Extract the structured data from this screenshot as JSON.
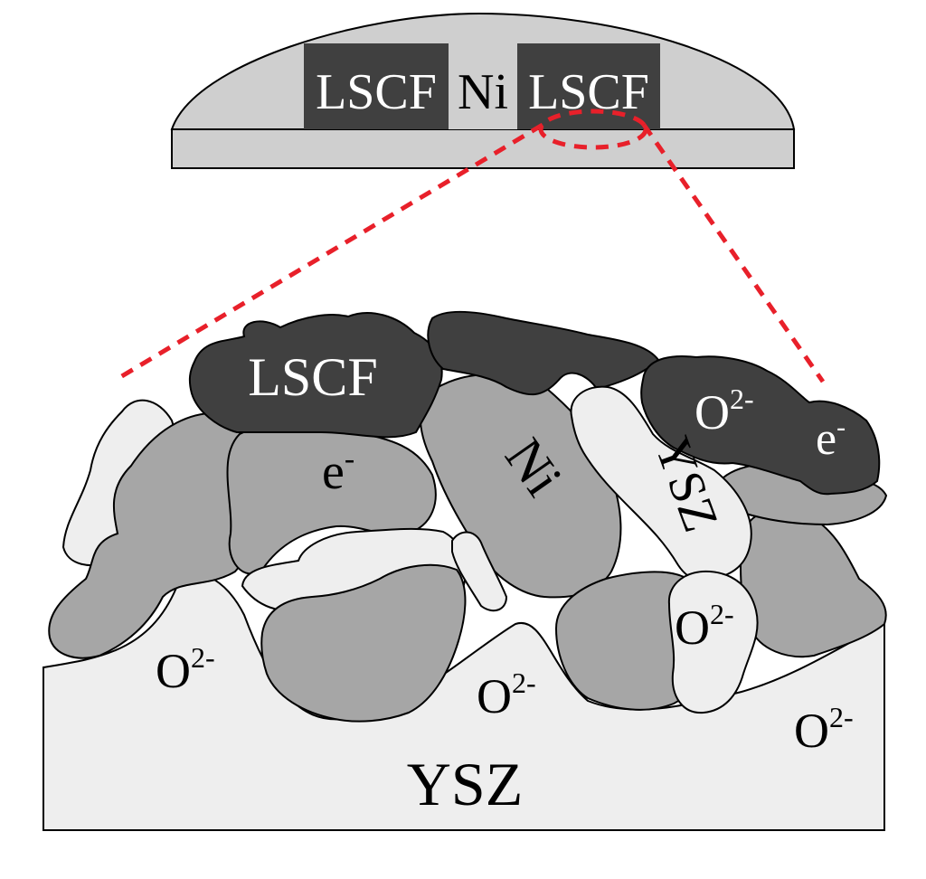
{
  "cell": {
    "segments": [
      {
        "label": "LSCF",
        "material": "LSCF"
      },
      {
        "label": "Ni",
        "material": "Ni"
      },
      {
        "label": "LSCF",
        "material": "LSCF"
      }
    ]
  },
  "microstructure": {
    "lscf_label": "LSCF",
    "ni_label": "Ni",
    "ysz_particle_label": "YSZ",
    "electron_labels": [
      "e",
      "e"
    ],
    "electron_superscript": "-",
    "oxygen_ion_base": "O",
    "oxygen_ion_superscript": "2-",
    "oxygen_ion_count": 5,
    "electrolyte_label": "YSZ"
  },
  "colors": {
    "lscf": "#404040",
    "ni": "#a6a6a6",
    "ysz": "#eeeeee",
    "cell_body": "#cfcfcf",
    "zoom_marker": "#e8202a"
  }
}
